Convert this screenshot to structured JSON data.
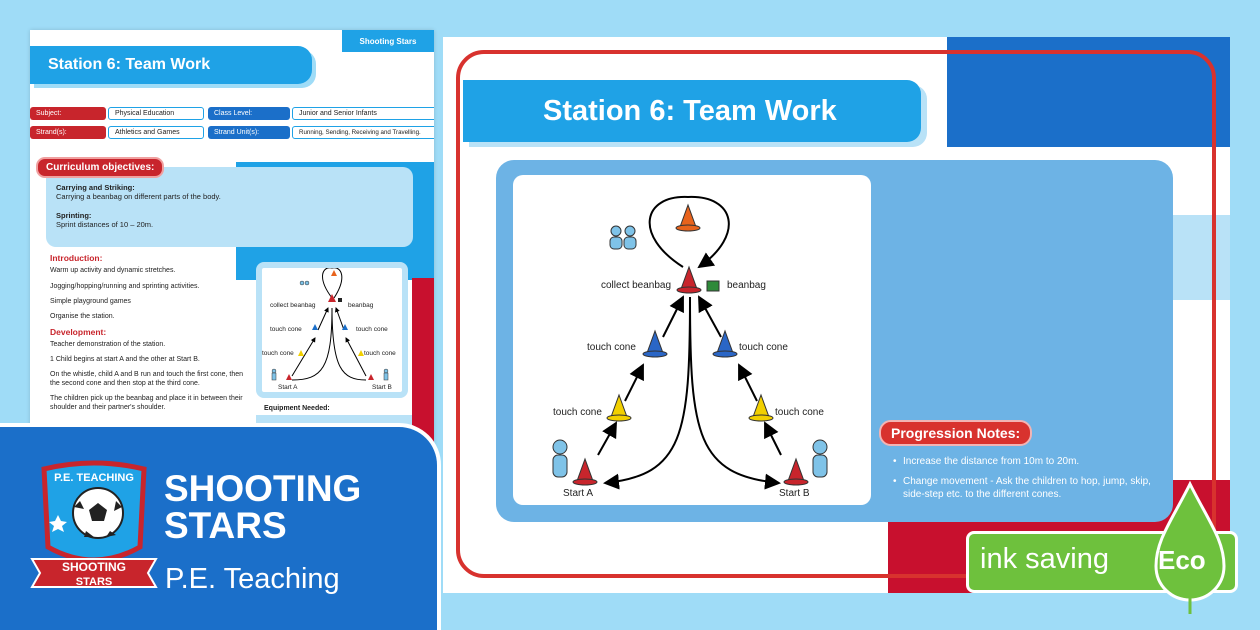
{
  "left_page": {
    "brand_tag": "Shooting Stars",
    "title": "Station 6:  Team Work",
    "info": [
      {
        "label": "Subject:",
        "value": "Physical Education"
      },
      {
        "label": "Class Level:",
        "value": "Junior and Senior Infants"
      },
      {
        "label": "Strand(s):",
        "value": "Athletics and Games"
      },
      {
        "label": "Strand Unit(s):",
        "value": "Running, Sending, Receiving and Travelling."
      }
    ],
    "objectives_label": "Curriculum objectives:",
    "objectives": [
      {
        "heading": "Carrying and Striking:",
        "text": "Carrying a beanbag on different parts of the body."
      },
      {
        "heading": "Sprinting:",
        "text": "Sprint distances of 10 – 20m."
      }
    ],
    "introduction_heading": "Introduction:",
    "introduction": [
      "Warm up activity and dynamic stretches.",
      "Jogging/hopping/running and sprinting activities.",
      "Simple playground games",
      "Organise the station."
    ],
    "development_heading": "Development:",
    "development": [
      "Teacher demonstration of the station.",
      "1 Child begins at start A and the other at Start B.",
      "On the whistle, child A and B run and touch the first cone, then the second cone and then stop at the third cone.",
      "The children pick up the beanbag and place it in between their shoulder and their partner's shoulder."
    ],
    "equipment_heading": "Equipment Needed:"
  },
  "diagram": {
    "collect_beanbag": "collect beanbag",
    "beanbag": "beanbag",
    "touch_cone": "touch cone",
    "start_a": "Start A",
    "start_b": "Start B"
  },
  "banner": {
    "title_line1": "SHOOTING",
    "title_line2": "STARS",
    "subtitle": "P.E. Teaching",
    "logo_top": "P.E. TEACHING",
    "logo_ribbon1": "SHOOTING",
    "logo_ribbon2": "STARS"
  },
  "right_page": {
    "title": "Station 6: Team Work",
    "progression_label": "Progression Notes:",
    "progression": [
      "Increase the distance from 10m to 20m.",
      "Change movement -  Ask the children to hop, jump, skip, side-step etc. to the different cones."
    ]
  },
  "eco_badge": {
    "label": "ink saving",
    "word": "Eco"
  },
  "colors": {
    "blue": "#1fa2e6",
    "navy": "#1b6fc9",
    "red": "#c8102e",
    "light_blue": "#b9e2f7",
    "green": "#6ec13d",
    "background": "#9fdcf7"
  }
}
